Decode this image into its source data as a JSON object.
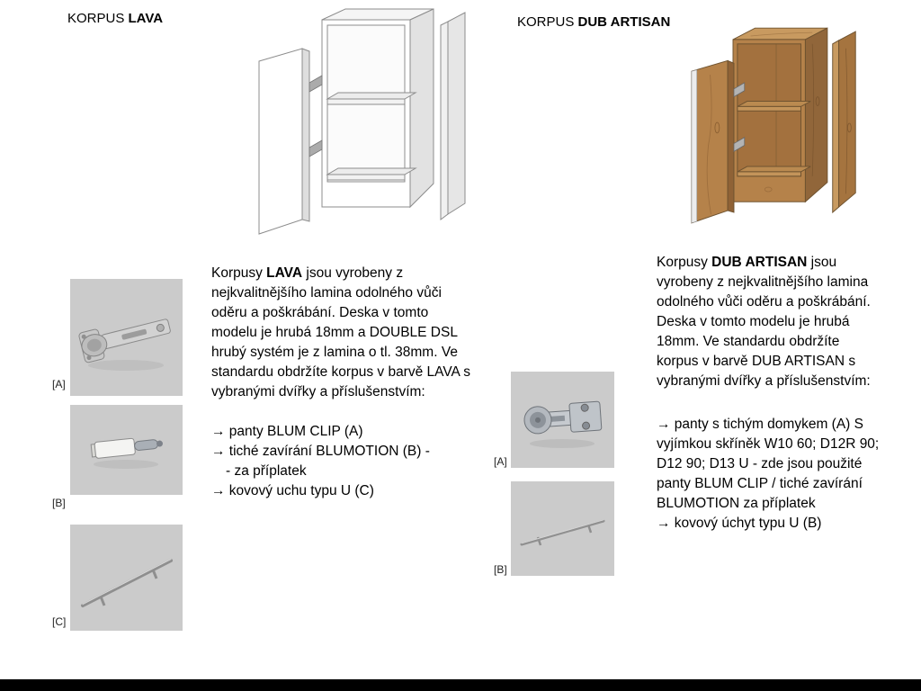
{
  "colors": {
    "wood_accent": "#b5824a",
    "hardware_panel_bg": "#cbcbcb",
    "footer_bar": "#000000"
  },
  "left_section": {
    "heading": {
      "prefix": "KORPUS ",
      "bold": "LAVA"
    },
    "cabinet_image": "lava-cabinet-line-drawing",
    "paragraph": {
      "seg1": "Korpusy ",
      "bold1": "LAVA",
      "seg2": " jsou vyrobeny z nejkvalitnějšího lamina odolného vůči oděru a poškrábání. Deska v tomto modelu je hrubá 18mm a DOUBLE DSL hrubý systém je z lamina o tl. 38mm. Ve standardu obdržíte korpus v barvě LAVA s vybranými dvířky a příslušenstvím:"
    },
    "bullets": [
      "→ panty BLUM CLIP (A)",
      "→ tiché zavírání BLUMOTION (B) -",
      "- za příplatek",
      "→ kovový uchu typu U (C)"
    ],
    "hardware": [
      {
        "label": "[A]",
        "icon": "hinge-blum-clip-icon"
      },
      {
        "label": "[B]",
        "icon": "damper-blumotion-icon"
      },
      {
        "label": "[C]",
        "icon": "u-handle-icon"
      }
    ]
  },
  "right_section": {
    "heading": {
      "prefix": "KORPUS ",
      "bold": "DUB ARTISAN"
    },
    "cabinet_image": "dub-artisan-cabinet-drawing",
    "paragraph": {
      "seg1": "Korpusy ",
      "bold1": "DUB ARTISAN",
      "seg2": " jsou vyrobeny z nejkvalitnějšího lamina odolného vůči oděru a poškrábání. Deska v tomto modelu je hrubá 18mm. Ve standardu obdržíte korpus v barvě DUB ARTISAN s vybranými dvířky a příslušenstvím:"
    },
    "bullets": [
      "→ panty s tichým domykem (A) S vyjímkou skříněk W10 60; D12R 90; D12 90; D13 U - zde jsou použité panty BLUM CLIP / tiché zavírání BLUMOTION za příplatek",
      "→ kovový úchyt typu U (B)"
    ],
    "hardware": [
      {
        "label": "[A]",
        "icon": "hinge-with-plate-icon"
      },
      {
        "label": "[B]",
        "icon": "u-handle-icon"
      }
    ]
  }
}
